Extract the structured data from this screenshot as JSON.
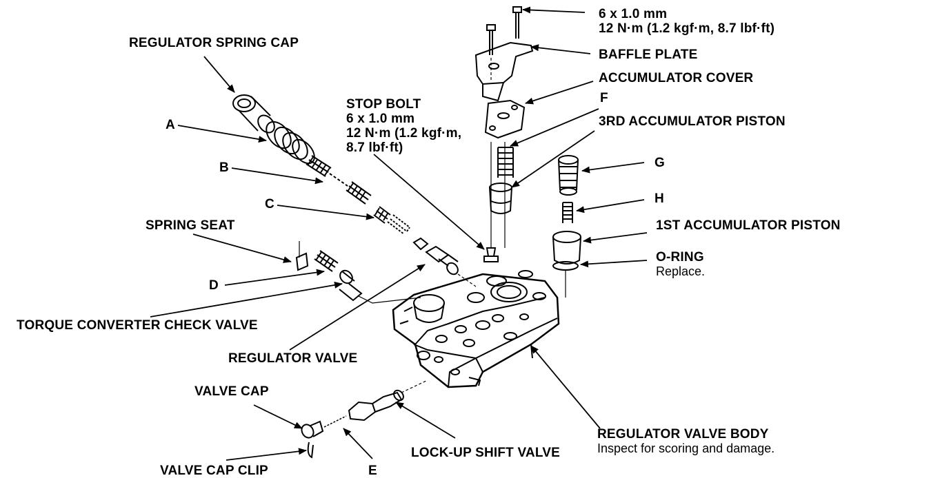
{
  "labels": {
    "regulator_spring_cap": "REGULATOR SPRING CAP",
    "a": "A",
    "b": "B",
    "c": "C",
    "spring_seat": "SPRING SEAT",
    "d": "D",
    "torque_converter_check_valve": "TORQUE CONVERTER CHECK VALVE",
    "regulator_valve": "REGULATOR VALVE",
    "valve_cap": "VALVE CAP",
    "valve_cap_clip": "VALVE CAP CLIP",
    "e": "E",
    "lock_up_shift_valve": "LOCK-UP SHIFT VALVE",
    "stop_bolt": "STOP BOLT",
    "stop_bolt_size": "6 x 1.0 mm",
    "stop_bolt_torque_1": "12 N·m (1.2 kgf·m,",
    "stop_bolt_torque_2": "8.7 lbf·ft)",
    "bolt_size": "6 x 1.0 mm",
    "bolt_torque": "12 N·m (1.2 kgf·m, 8.7 lbf·ft)",
    "baffle_plate": "BAFFLE PLATE",
    "accumulator_cover": "ACCUMULATOR COVER",
    "f": "F",
    "third_accumulator_piston": "3RD ACCUMULATOR PISTON",
    "g": "G",
    "h": "H",
    "first_accumulator_piston": "1ST ACCUMULATOR PISTON",
    "o_ring": "O-RING",
    "o_ring_note": "Replace.",
    "regulator_valve_body": "REGULATOR VALVE BODY",
    "regulator_valve_body_note": "Inspect for scoring and damage."
  }
}
